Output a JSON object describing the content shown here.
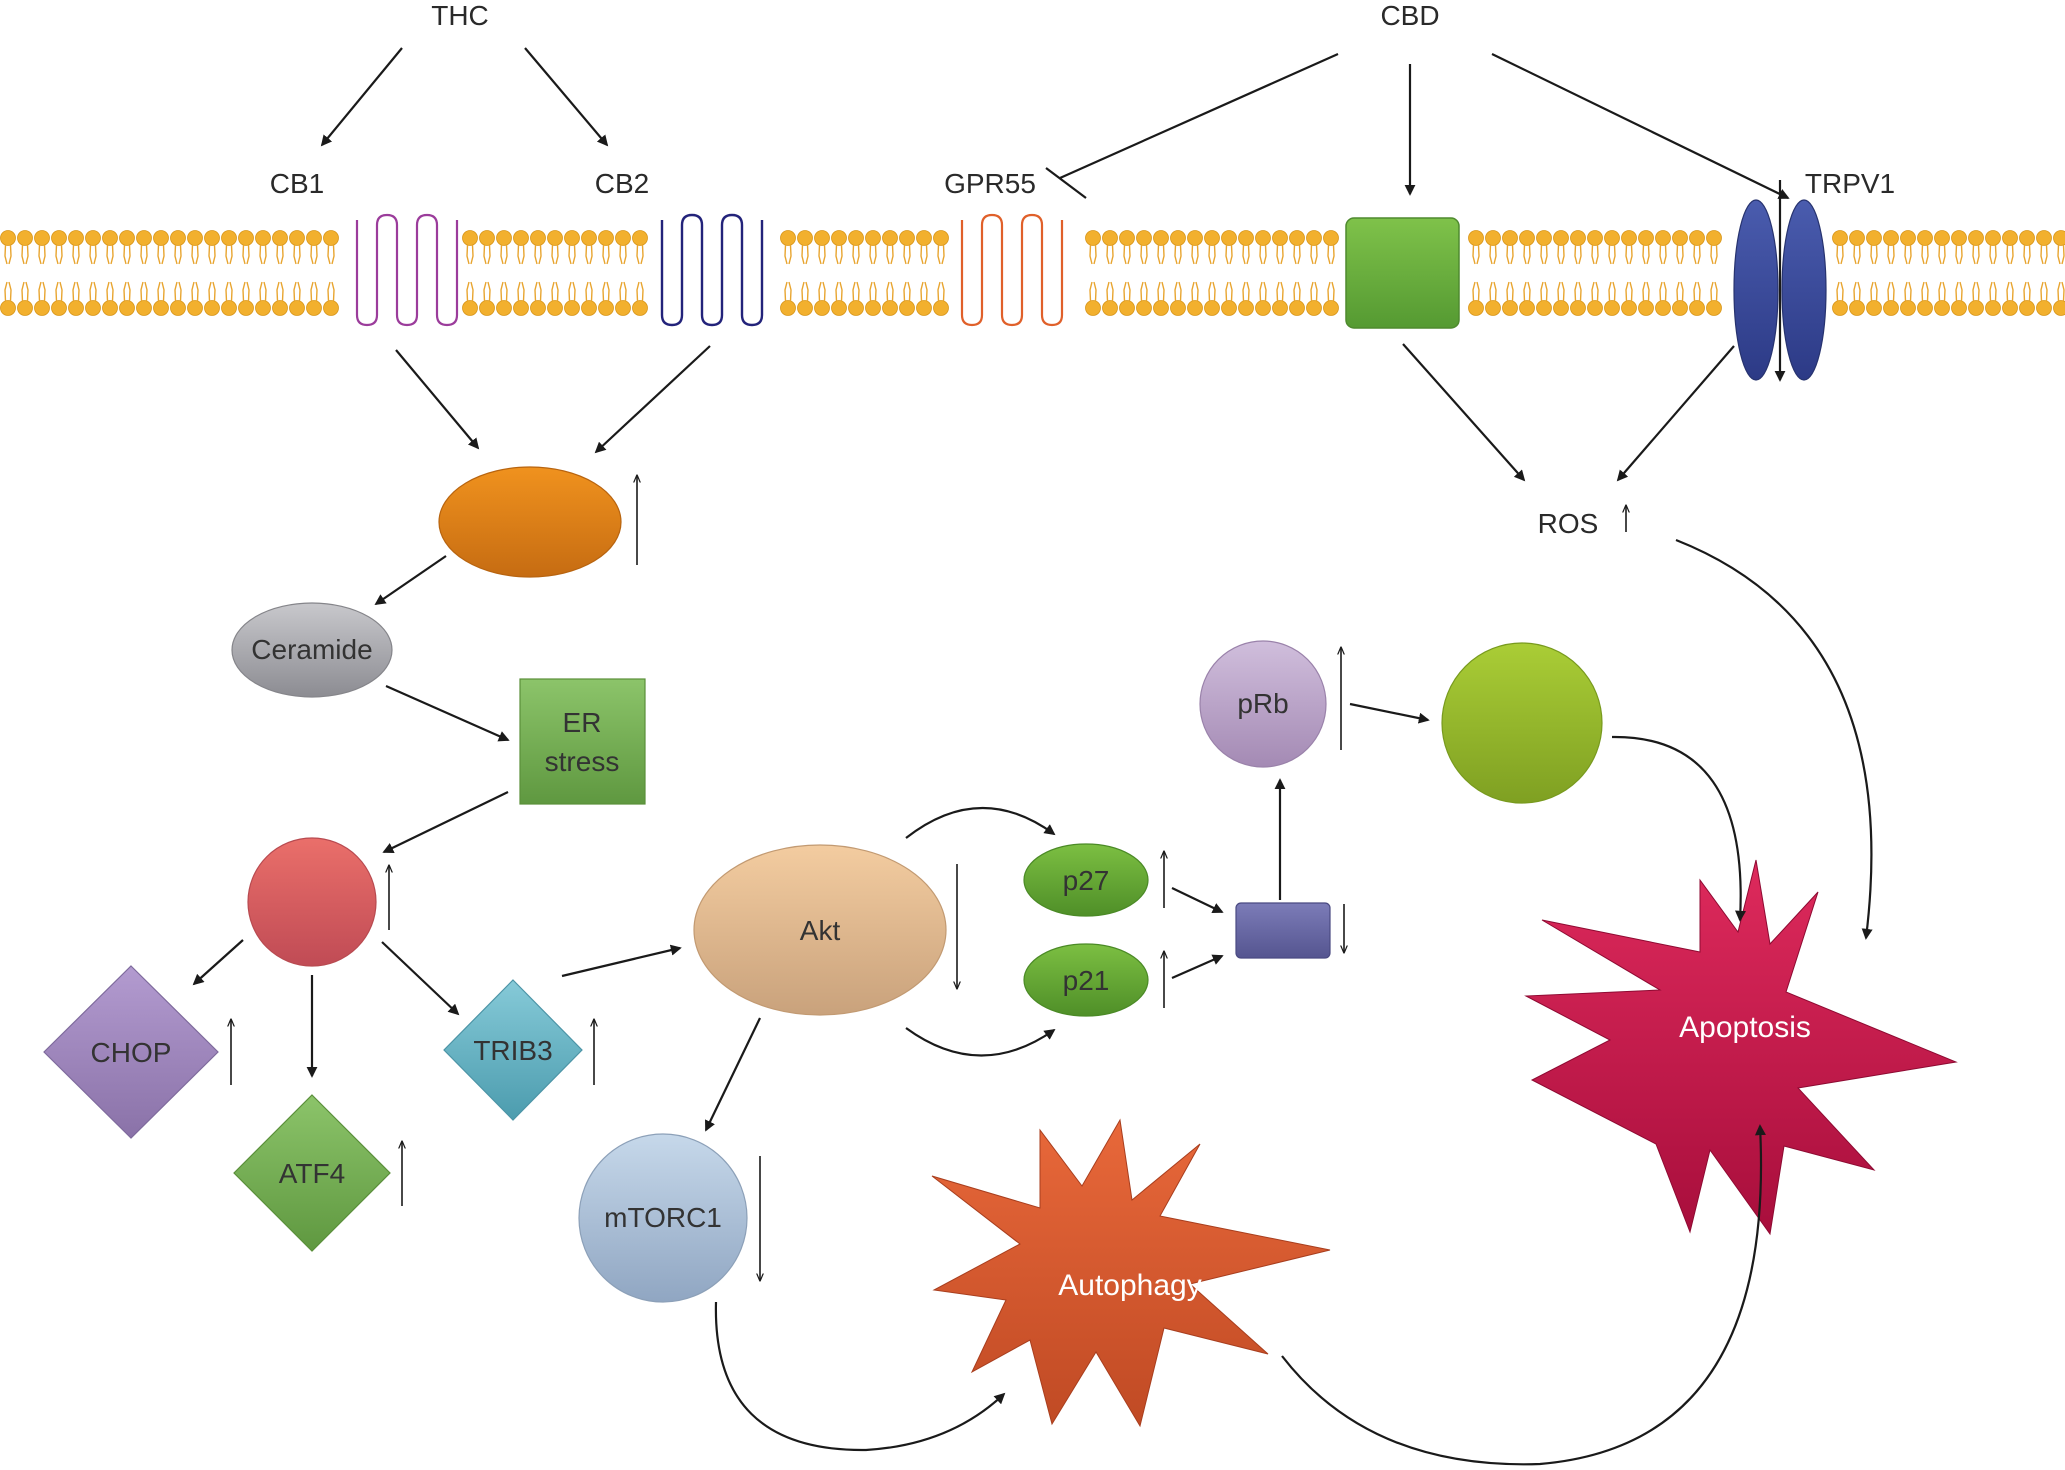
{
  "labels": {
    "thc": "THC",
    "cbd": "CBD",
    "cb1": "CB1",
    "cb2": "CB2",
    "gpr55": "GPR55",
    "trpv1": "TRPV1",
    "ros": "ROS",
    "ceramide": "Ceramide",
    "er_line1": "ER",
    "er_line2": "stress",
    "chop": "CHOP",
    "atf4": "ATF4",
    "trib3": "TRIB3",
    "akt": "Akt",
    "mtorc1": "mTORC1",
    "p27": "p27",
    "p21": "p21",
    "prb": "pRb",
    "autophagy": "Autophagy",
    "apoptosis": "Apoptosis"
  },
  "colors": {
    "lipid_head": "#f2b02e",
    "lipid_tail": "#f0b040",
    "cb1_receptor": "#9b3c9b",
    "cb2_receptor": "#23237a",
    "gpr55_receptor": "#e0602a",
    "cbd_target": "#6bb03f",
    "trpv1_channel": "#3a4a9a",
    "enzyme_node": "#e8871e",
    "ceramide": "#a8a8ae",
    "er_stress": "#7ab55a",
    "red_node": "#e06565",
    "chop": "#a08ac0",
    "atf4": "#7ab55a",
    "trib3": "#6ab6c6",
    "akt": "#eebd90",
    "mtorc1": "#aec4dc",
    "p27_p21": "#6aae3a",
    "cdk_node": "#6a6aa5",
    "prb": "#bfaccc",
    "lime_node": "#9bc12e",
    "autophagy": "#e05a30",
    "apoptosis": "#cc1a4e"
  },
  "regulation": {
    "enzyme_node": "up",
    "red_node": "up",
    "chop": "up",
    "atf4": "up",
    "trib3": "up",
    "akt": "down",
    "mtorc1": "down",
    "p27": "up",
    "p21": "up",
    "cdk_node": "down",
    "prb": "up",
    "ros": "up"
  }
}
